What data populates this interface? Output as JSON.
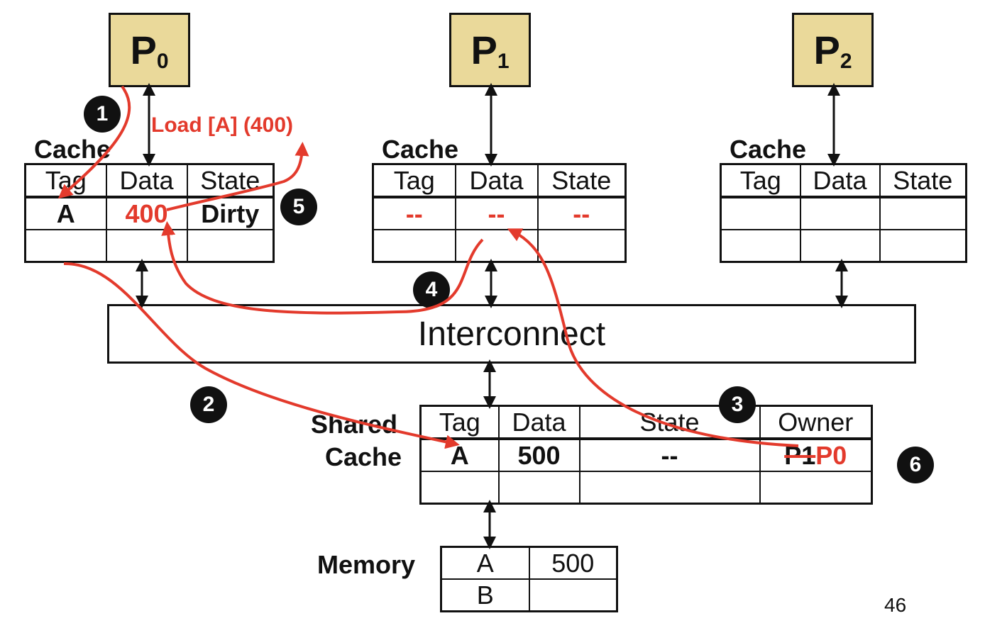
{
  "processors": [
    {
      "letter": "P",
      "sub": "0"
    },
    {
      "letter": "P",
      "sub": "1"
    },
    {
      "letter": "P",
      "sub": "2"
    }
  ],
  "cache_label": "Cache",
  "cache_headers": [
    "Tag",
    "Data",
    "State"
  ],
  "cache0_rows": [
    [
      "A",
      "400",
      "Dirty"
    ],
    [
      "",
      "",
      ""
    ]
  ],
  "cache1_rows": [
    [
      "--",
      "--",
      "--"
    ],
    [
      "",
      "",
      ""
    ]
  ],
  "cache2_rows": [
    [
      "",
      "",
      ""
    ],
    [
      "",
      "",
      ""
    ]
  ],
  "interconnect": "Interconnect",
  "shared_label_1": "Shared",
  "shared_label_2": "Cache",
  "shared_headers": [
    "Tag",
    "Data",
    "State",
    "Owner"
  ],
  "shared_row": {
    "tag": "A",
    "data": "500",
    "state": "--",
    "owner_old": "P1",
    "owner_new": "P0"
  },
  "memory_label": "Memory",
  "memory_rows": [
    [
      "A",
      "500"
    ],
    [
      "B",
      ""
    ]
  ],
  "load_label": "Load [A]  (400)",
  "steps": [
    "1",
    "2",
    "3",
    "4",
    "5",
    "6"
  ],
  "page_number": "46",
  "colors": {
    "processor_fill": "#ead99a",
    "accent_red": "#e33a2c",
    "line": "#111111"
  }
}
